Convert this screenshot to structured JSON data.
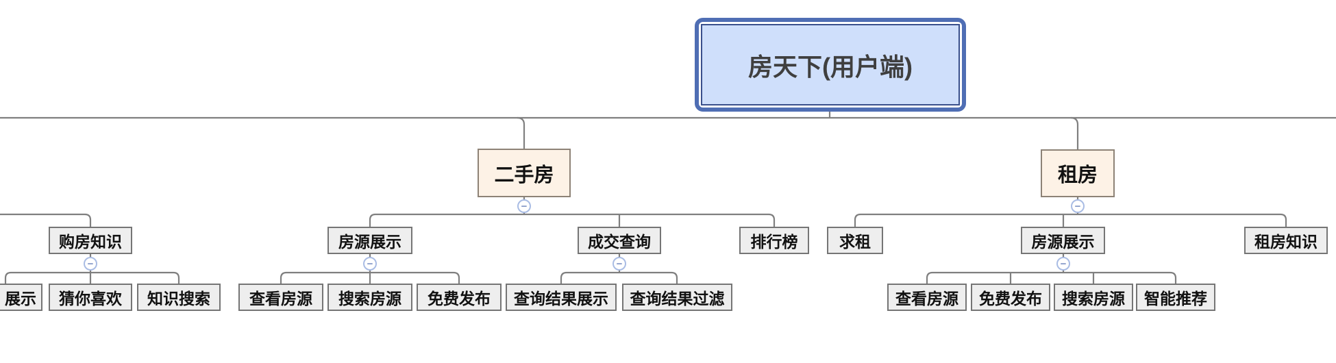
{
  "diagram": {
    "kind": "mind-map-org-chart",
    "collapse_icon_glyph": "−"
  },
  "colors": {
    "background": "#ffffff",
    "line": "#7f7f7f",
    "root_fill": "#cfdffb",
    "root_border_outer": "#4f6eb4",
    "root_border_inner": "#3a508c",
    "root_text": "#3f3f3f",
    "branch_fill": "#fdf2e6",
    "branch_border": "#8d8276",
    "node_fill": "#eeeeee",
    "node_border": "#757575",
    "node_text": "#111111",
    "collapse_border": "#a9bce4",
    "collapse_glyph": "#8094c4"
  },
  "tree": {
    "root": {
      "label": "房天下(用户端)"
    },
    "branches": [
      {
        "label": "",
        "offscreen_parent": true,
        "children": [
          {
            "label": "购房知识",
            "children": [
              {
                "label": "展示",
                "clipped_left": true
              },
              {
                "label": "猜你喜欢"
              },
              {
                "label": "知识搜索"
              }
            ]
          }
        ]
      },
      {
        "label": "二手房",
        "children": [
          {
            "label": "房源展示",
            "children": [
              {
                "label": "查看房源"
              },
              {
                "label": "搜索房源"
              },
              {
                "label": "免费发布"
              }
            ]
          },
          {
            "label": "成交查询",
            "children": [
              {
                "label": "查询结果展示"
              },
              {
                "label": "查询结果过滤"
              }
            ]
          },
          {
            "label": "排行榜",
            "children": []
          }
        ]
      },
      {
        "label": "租房",
        "children": [
          {
            "label": "求租",
            "children": []
          },
          {
            "label": "房源展示",
            "children": [
              {
                "label": "查看房源"
              },
              {
                "label": "免费发布"
              },
              {
                "label": "搜索房源"
              },
              {
                "label": "智能推荐"
              }
            ]
          },
          {
            "label": "租房知识",
            "children": []
          }
        ]
      }
    ]
  }
}
